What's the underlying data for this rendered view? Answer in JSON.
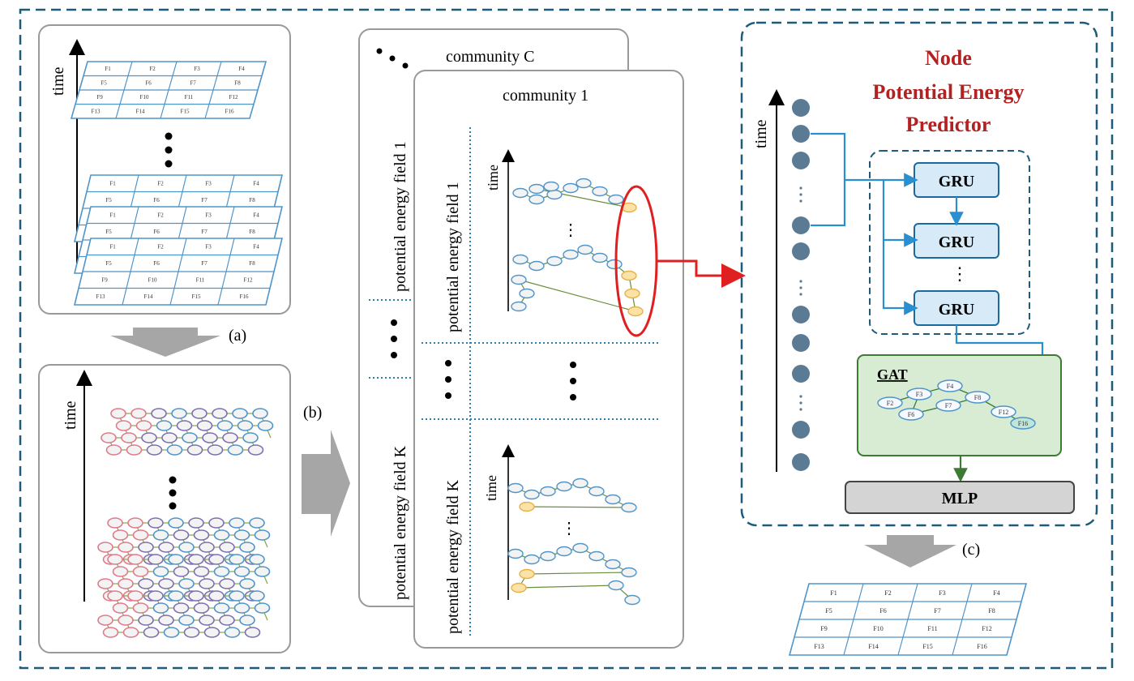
{
  "panel_a": {
    "time_label": "time",
    "grid_top_labels": [
      "F1",
      "F2",
      "F3",
      "F4",
      "F5",
      "F6",
      "F7",
      "F8",
      "F9",
      "F10",
      "F11",
      "F12",
      "F13",
      "F14",
      "F15",
      "F16"
    ],
    "step_label": "(a)"
  },
  "panel_graph": {
    "time_label": "time"
  },
  "panel_b": {
    "step_label": "(b)",
    "community_back": "community C",
    "community_front": "community 1",
    "field_first": "potential energy field 1",
    "field_last": "potential energy field K",
    "time_label": "time"
  },
  "predictor": {
    "title_line1": "Node",
    "title_line2": "Potential Energy",
    "title_line3": "Predictor",
    "time_label": "time",
    "gru_label": "GRU",
    "gat_label": "GAT",
    "mlp_label": "MLP",
    "gat_nodes": [
      "F2",
      "F3",
      "F4",
      "F6",
      "F7",
      "F8",
      "F12",
      "F16"
    ],
    "step_label": "(c)"
  },
  "output_grid": {
    "labels": [
      "F1",
      "F2",
      "F3",
      "F4",
      "F5",
      "F6",
      "F7",
      "F8",
      "F9",
      "F10",
      "F11",
      "F12",
      "F13",
      "F14",
      "F15",
      "F16"
    ]
  },
  "colors": {
    "frame_dash": "#1f5a7a",
    "predictor_title": "#b22222",
    "gru_fill": "#d6eaf7",
    "gru_stroke": "#1a6aa0",
    "gat_fill": "#d7ecd2",
    "gat_stroke": "#3d7a33",
    "mlp_fill": "#d4d4d4",
    "red_highlight": "#e02020",
    "time_dot": "#5b7a94",
    "flow_arrow": "#2a8fd0"
  }
}
